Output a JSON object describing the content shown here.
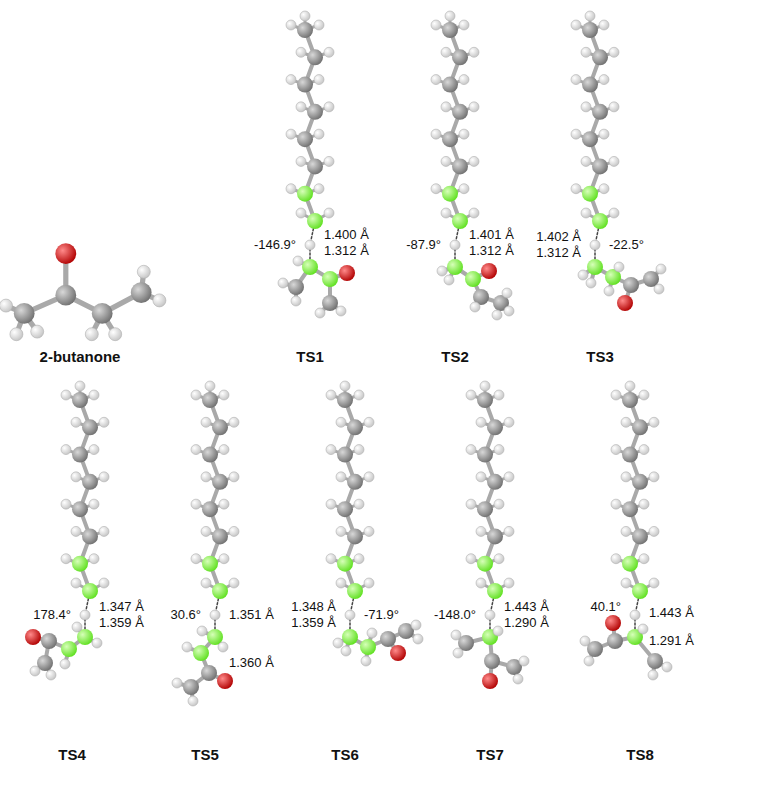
{
  "diagram": {
    "labels": [
      "-146.9°",
      "1.400 Å",
      "1.312 Å",
      "-87.9°",
      "1.401 Å",
      "1.312 Å",
      "1.402 Å",
      "-22.5°",
      "1.312 Å",
      "2-butanone",
      "TS1",
      "TS2",
      "TS3",
      "178.4°",
      "1.347 Å",
      "1.359 Å",
      "30.6°",
      "1.351 Å",
      "1.360 Å",
      "1.348 Å",
      "1.359 Å",
      "-71.9°",
      "-148.0°",
      "1.443 Å",
      "1.290 Å",
      "40.1°",
      "1.443 Å",
      "1.291 Å",
      "TS4",
      "TS5",
      "TS6",
      "TS7",
      "TS8"
    ]
  }
}
